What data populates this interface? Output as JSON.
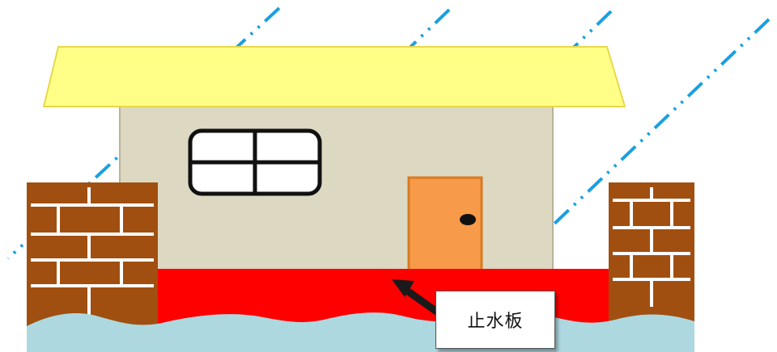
{
  "callout": {
    "label": "止水板"
  },
  "colors": {
    "sky_rain": "#1aa0e0",
    "roof": "#ffff88",
    "roof_edge": "#e8d84a",
    "wall": "#dcd8c2",
    "wall_edge": "#b9b39a",
    "window_frame": "#111111",
    "door": "#f79a49",
    "door_edge": "#d87a22",
    "flood_barrier": "#ff0000",
    "brick": "#a04f10",
    "mortar": "#ffffff",
    "water": "#add8e0",
    "arrow": "#1a1a1a"
  },
  "icons": [
    "rain-streaks",
    "house",
    "window",
    "door",
    "brick-wall",
    "flood-water",
    "pointer-arrow"
  ]
}
